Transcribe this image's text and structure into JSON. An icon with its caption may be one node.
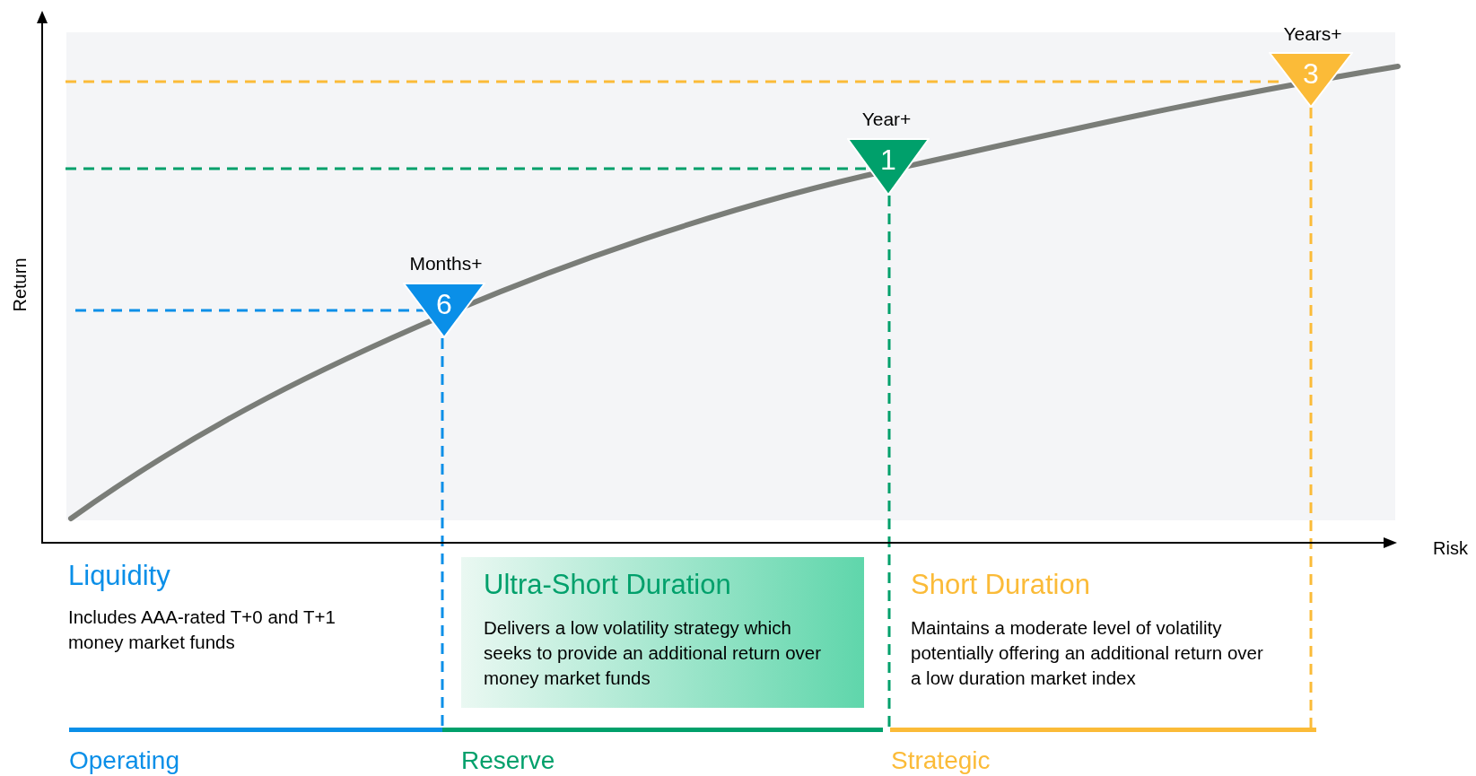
{
  "diagram": {
    "nodes": [
      {
        "text": [
          "6"
        ],
        "beside": [
          "Months+"
        ]
      },
      {
        "text": [
          "1"
        ],
        "beside": [
          "Year+"
        ]
      },
      {
        "text": [
          "3"
        ],
        "beside": [
          "Years+"
        ]
      },
      {
        "text": [
          "Liquidity",
          "Includes AAA-rated T+0 and T+1 money market funds"
        ]
      },
      {
        "text": [
          "Ultra-Short Duration",
          "Delivers a low volatility strategy which seeks to provide an additional return over money market funds"
        ]
      },
      {
        "text": [
          "Short Duration",
          "Maintains a moderate level of volatility potentially offering an additional return over a low duration market index"
        ]
      }
    ],
    "labels": [
      "Return",
      "Risk",
      "Operating",
      "Reserve",
      "Strategic"
    ]
  }
}
